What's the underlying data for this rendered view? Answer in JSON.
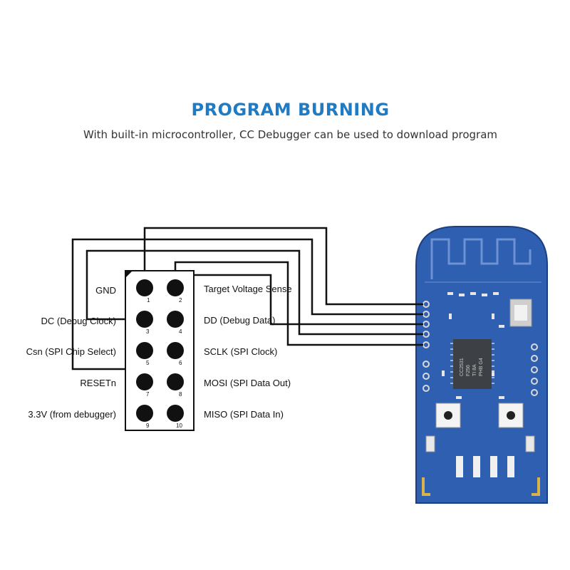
{
  "header": {
    "title": "PROGRAM BURNING",
    "subtitle": "With built-in microcontroller, CC Debugger can be used to download program"
  },
  "header_pins": {
    "left_labels": [
      "GND",
      "DC (Debug Clock)",
      "Csn (SPI Chip Select)",
      "RESETn",
      "3.3V (from debugger)"
    ],
    "right_labels": [
      "Target Voltage Sense",
      "DD (Debug Data)",
      "SCLK (SPI Clock)",
      "MOSI (SPI Data Out)",
      "MISO (SPI Data In)"
    ],
    "pin_numbers": [
      "1",
      "2",
      "3",
      "4",
      "5",
      "6",
      "7",
      "8",
      "9",
      "10"
    ]
  },
  "board": {
    "chip_text": [
      "CC2531",
      "F256",
      "TI 8A",
      "PHB G4"
    ]
  },
  "colors": {
    "title": "#1f7bc4",
    "board_blue": "#2f5fb0",
    "chip": "#3d4145"
  }
}
